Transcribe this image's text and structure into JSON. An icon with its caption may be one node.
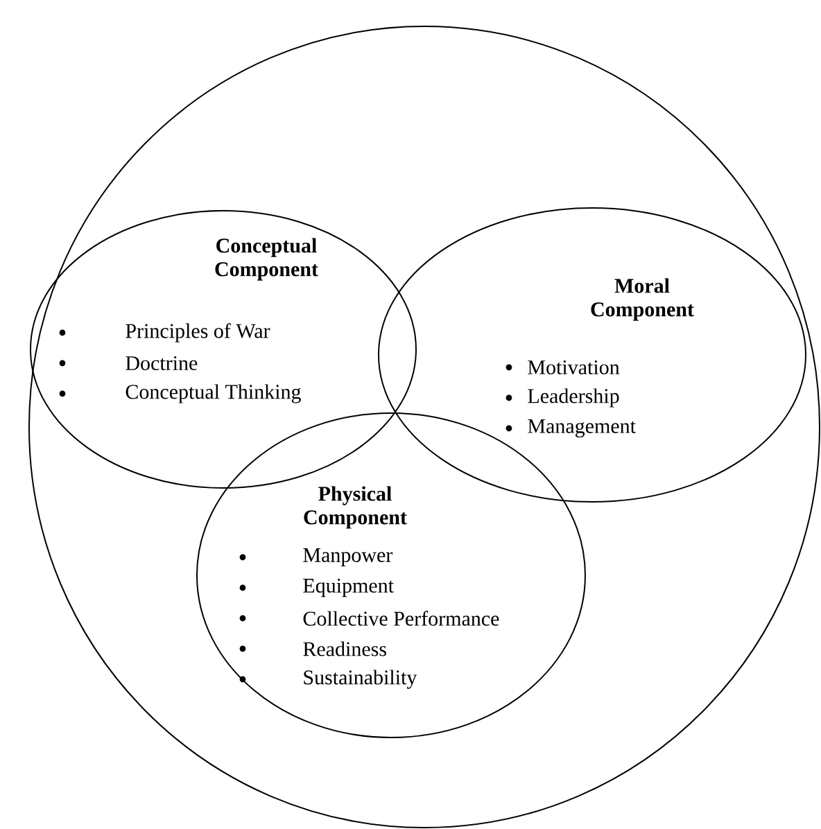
{
  "diagram": {
    "nodes": [
      {
        "text": [],
        "shape": "circle"
      },
      {
        "text": [
          "Conceptual Component",
          "Principles of War",
          "Doctrine",
          "Conceptual Thinking"
        ],
        "in": 0
      },
      {
        "text": [
          "Moral Component",
          "Motivation",
          "Leadership",
          "Management"
        ],
        "in": 0
      },
      {
        "text": [
          "Physical Component",
          "Manpower",
          "Equipment",
          "Collective Performance",
          "Readiness",
          "Sustainability"
        ],
        "in": 0
      }
    ]
  }
}
